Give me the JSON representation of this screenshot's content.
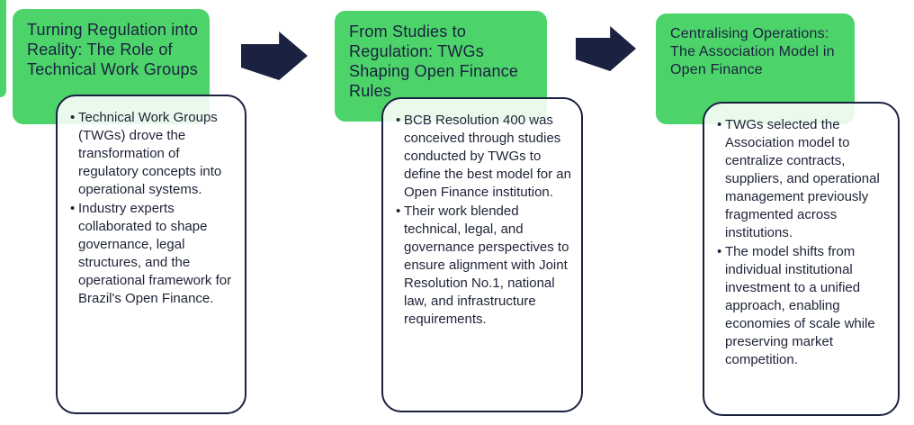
{
  "diagram": {
    "colors": {
      "accent_green": "#4CD36A",
      "navy": "#1B2140",
      "body_text": "#1E2337"
    },
    "steps": [
      {
        "title": "Turning Regulation into Reality: The Role of Technical Work Groups",
        "bullets": [
          "Technical Work Groups (TWGs) drove the transformation of regulatory concepts into operational systems.",
          "Industry experts collaborated to shape governance, legal structures, and the operational framework for Brazil's Open Finance."
        ]
      },
      {
        "title": "From Studies to Regulation: TWGs Shaping Open Finance Rules",
        "bullets": [
          "BCB Resolution 400 was conceived through studies conducted by TWGs to define the best model for an Open Finance institution.",
          "Their work blended technical, legal, and governance perspectives to ensure alignment with Joint Resolution No.1, national law, and infrastructure requirements."
        ]
      },
      {
        "title": "Centralising Operations: The Association Model in Open Finance",
        "bullets": [
          "TWGs selected the Association model to centralize contracts, suppliers, and operational management previously fragmented across institutions.",
          "The model shifts from individual institutional investment to a unified approach, enabling economies of scale while preserving market competition."
        ]
      }
    ],
    "icons": {
      "arrow": "right-block-arrow"
    }
  }
}
